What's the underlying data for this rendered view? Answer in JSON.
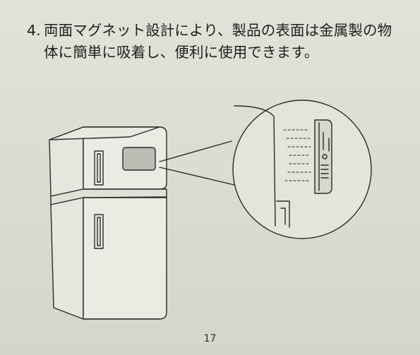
{
  "instruction": {
    "number": "4.",
    "line1": "両面マグネット設計により、製品の表面は金属製の物",
    "line2": "体に簡単に吸着し、便利に使用できます。"
  },
  "page_number": "17",
  "colors": {
    "paper": "#dcdcd2",
    "ink": "#1f1f1f",
    "device_fill": "#bdbdb5"
  }
}
